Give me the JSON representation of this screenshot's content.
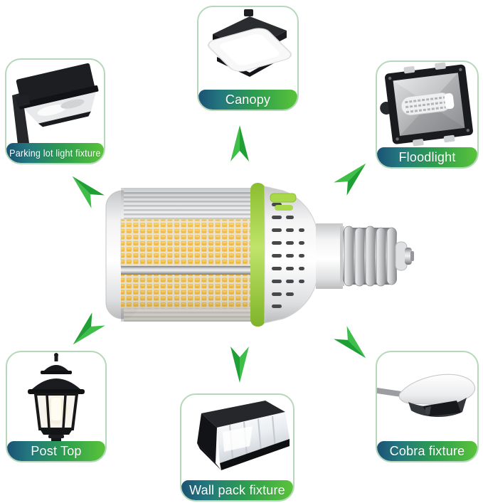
{
  "fixtures": [
    {
      "id": "parking-lot",
      "label": "Parking lot light fixture"
    },
    {
      "id": "canopy",
      "label": "Canopy"
    },
    {
      "id": "floodlight",
      "label": "Floodlight"
    },
    {
      "id": "post-top",
      "label": "Post Top"
    },
    {
      "id": "wall-pack",
      "label": "Wall pack fixture"
    },
    {
      "id": "cobra",
      "label": "Cobra fixture"
    }
  ],
  "arrows": [
    {
      "direction": "up-left",
      "points_to": "parking-lot"
    },
    {
      "direction": "up",
      "points_to": "canopy"
    },
    {
      "direction": "up-right",
      "points_to": "floodlight"
    },
    {
      "direction": "down-left",
      "points_to": "post-top"
    },
    {
      "direction": "down",
      "points_to": "wall-pack"
    },
    {
      "direction": "down-right",
      "points_to": "cobra"
    }
  ],
  "colors": {
    "background": "#ffffff",
    "card_border": "#b5d8ba",
    "banner_gradient_start": "#1b5274",
    "banner_gradient_mid": "#2d9e4e",
    "banner_gradient_end": "#5ac33a",
    "label_text": "#ffffff",
    "arrow_green_light": "#3fbf4a",
    "arrow_green_dark": "#1fa035",
    "bulb_lime_accent": "#a9d84b",
    "led_chip_amber": "#efb93d"
  }
}
